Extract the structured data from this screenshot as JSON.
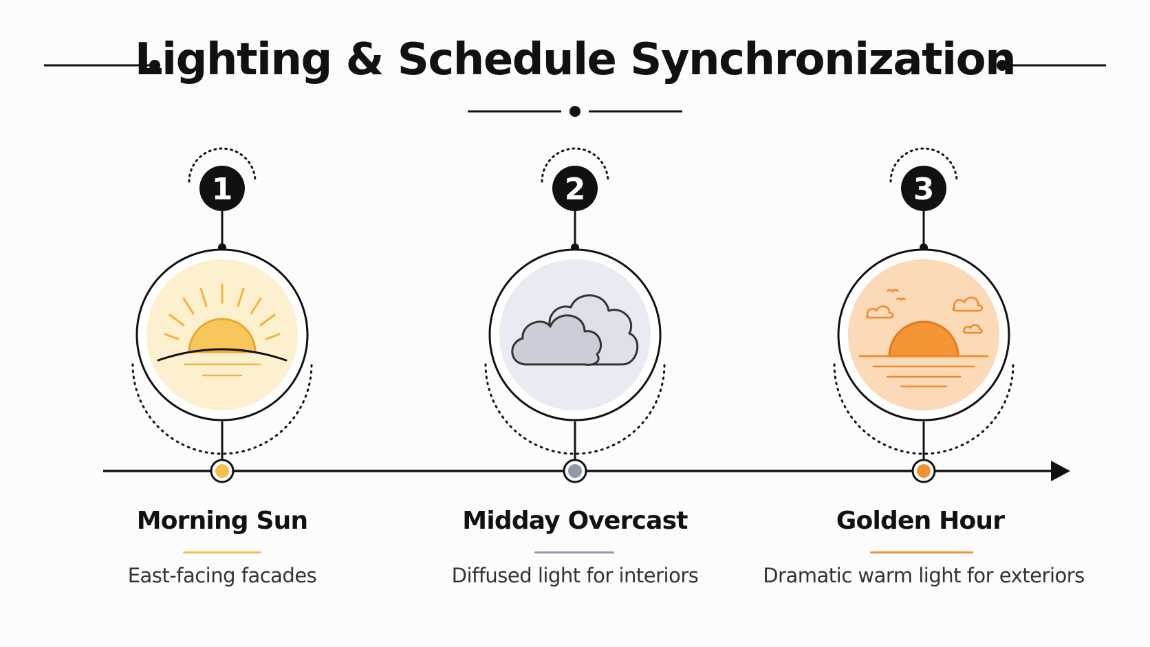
{
  "title": "Lighting & Schedule Synchronization",
  "stages": [
    {
      "number": "1",
      "label": "Morning Sun",
      "description": "East-facing facades",
      "icon": "sunrise-icon",
      "accent": "#f5c04a",
      "fill": "#fdf0cf"
    },
    {
      "number": "2",
      "label": "Midday Overcast",
      "description": "Diffused light for interiors",
      "icon": "cloud-icon",
      "accent": "#8f98ab",
      "fill": "#e8ebf1"
    },
    {
      "number": "3",
      "label": "Golden Hour",
      "description": "Dramatic warm light for exteriors",
      "icon": "sunset-icon",
      "accent": "#f39132",
      "fill": "#fcd9b7"
    }
  ]
}
